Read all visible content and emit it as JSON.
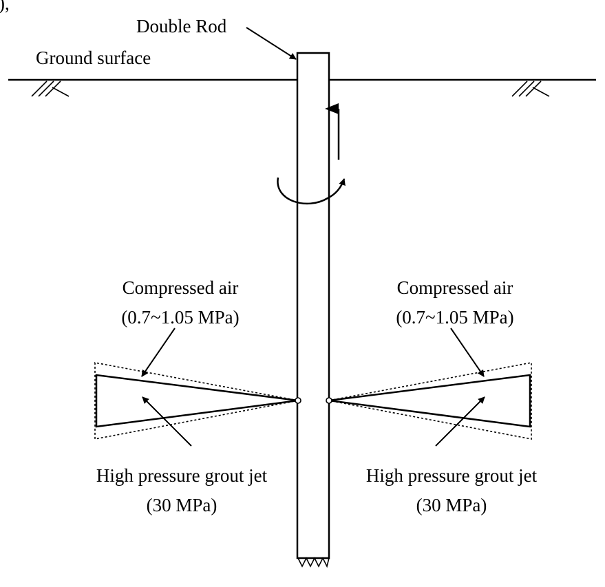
{
  "labels": {
    "double_rod": "Double Rod",
    "ground_surface": "Ground surface",
    "left_air": "Compressed air",
    "left_air_pressure": "(0.7~1.05 MPa)",
    "right_air": "Compressed air",
    "right_air_pressure": "(0.7~1.05 MPa)",
    "left_grout": "High pressure grout jet",
    "left_grout_pressure": "(30 MPa)",
    "right_grout": "High pressure grout jet",
    "right_grout_pressure": "(30 MPa)",
    "top_partial": "),"
  }
}
